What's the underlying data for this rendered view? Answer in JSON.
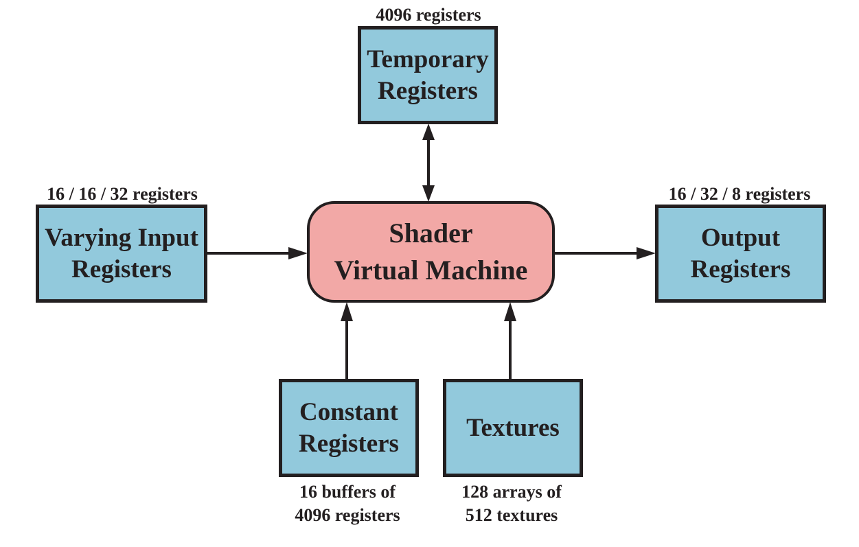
{
  "diagram": {
    "center": {
      "label": "Shader\nVirtual Machine",
      "color": "#f2a8a6"
    },
    "box_color": "#92c9dc",
    "line_color": "#231f20",
    "nodes": {
      "temporary": {
        "label": "Temporary\nRegisters",
        "caption": "4096 registers"
      },
      "varying_input": {
        "label": "Varying Input\nRegisters",
        "caption": "16 / 16 / 32 registers"
      },
      "output": {
        "label": "Output\nRegisters",
        "caption": "16 / 32 / 8 registers"
      },
      "constant": {
        "label": "Constant\nRegisters",
        "caption": "16 buffers of\n4096 registers"
      },
      "textures": {
        "label": "Textures",
        "caption": "128 arrays of\n512 textures"
      }
    },
    "edges": [
      {
        "from": "temporary",
        "to": "center",
        "direction": "bidirectional"
      },
      {
        "from": "varying_input",
        "to": "center",
        "direction": "forward"
      },
      {
        "from": "center",
        "to": "output",
        "direction": "forward"
      },
      {
        "from": "constant",
        "to": "center",
        "direction": "forward"
      },
      {
        "from": "textures",
        "to": "center",
        "direction": "forward"
      }
    ]
  }
}
